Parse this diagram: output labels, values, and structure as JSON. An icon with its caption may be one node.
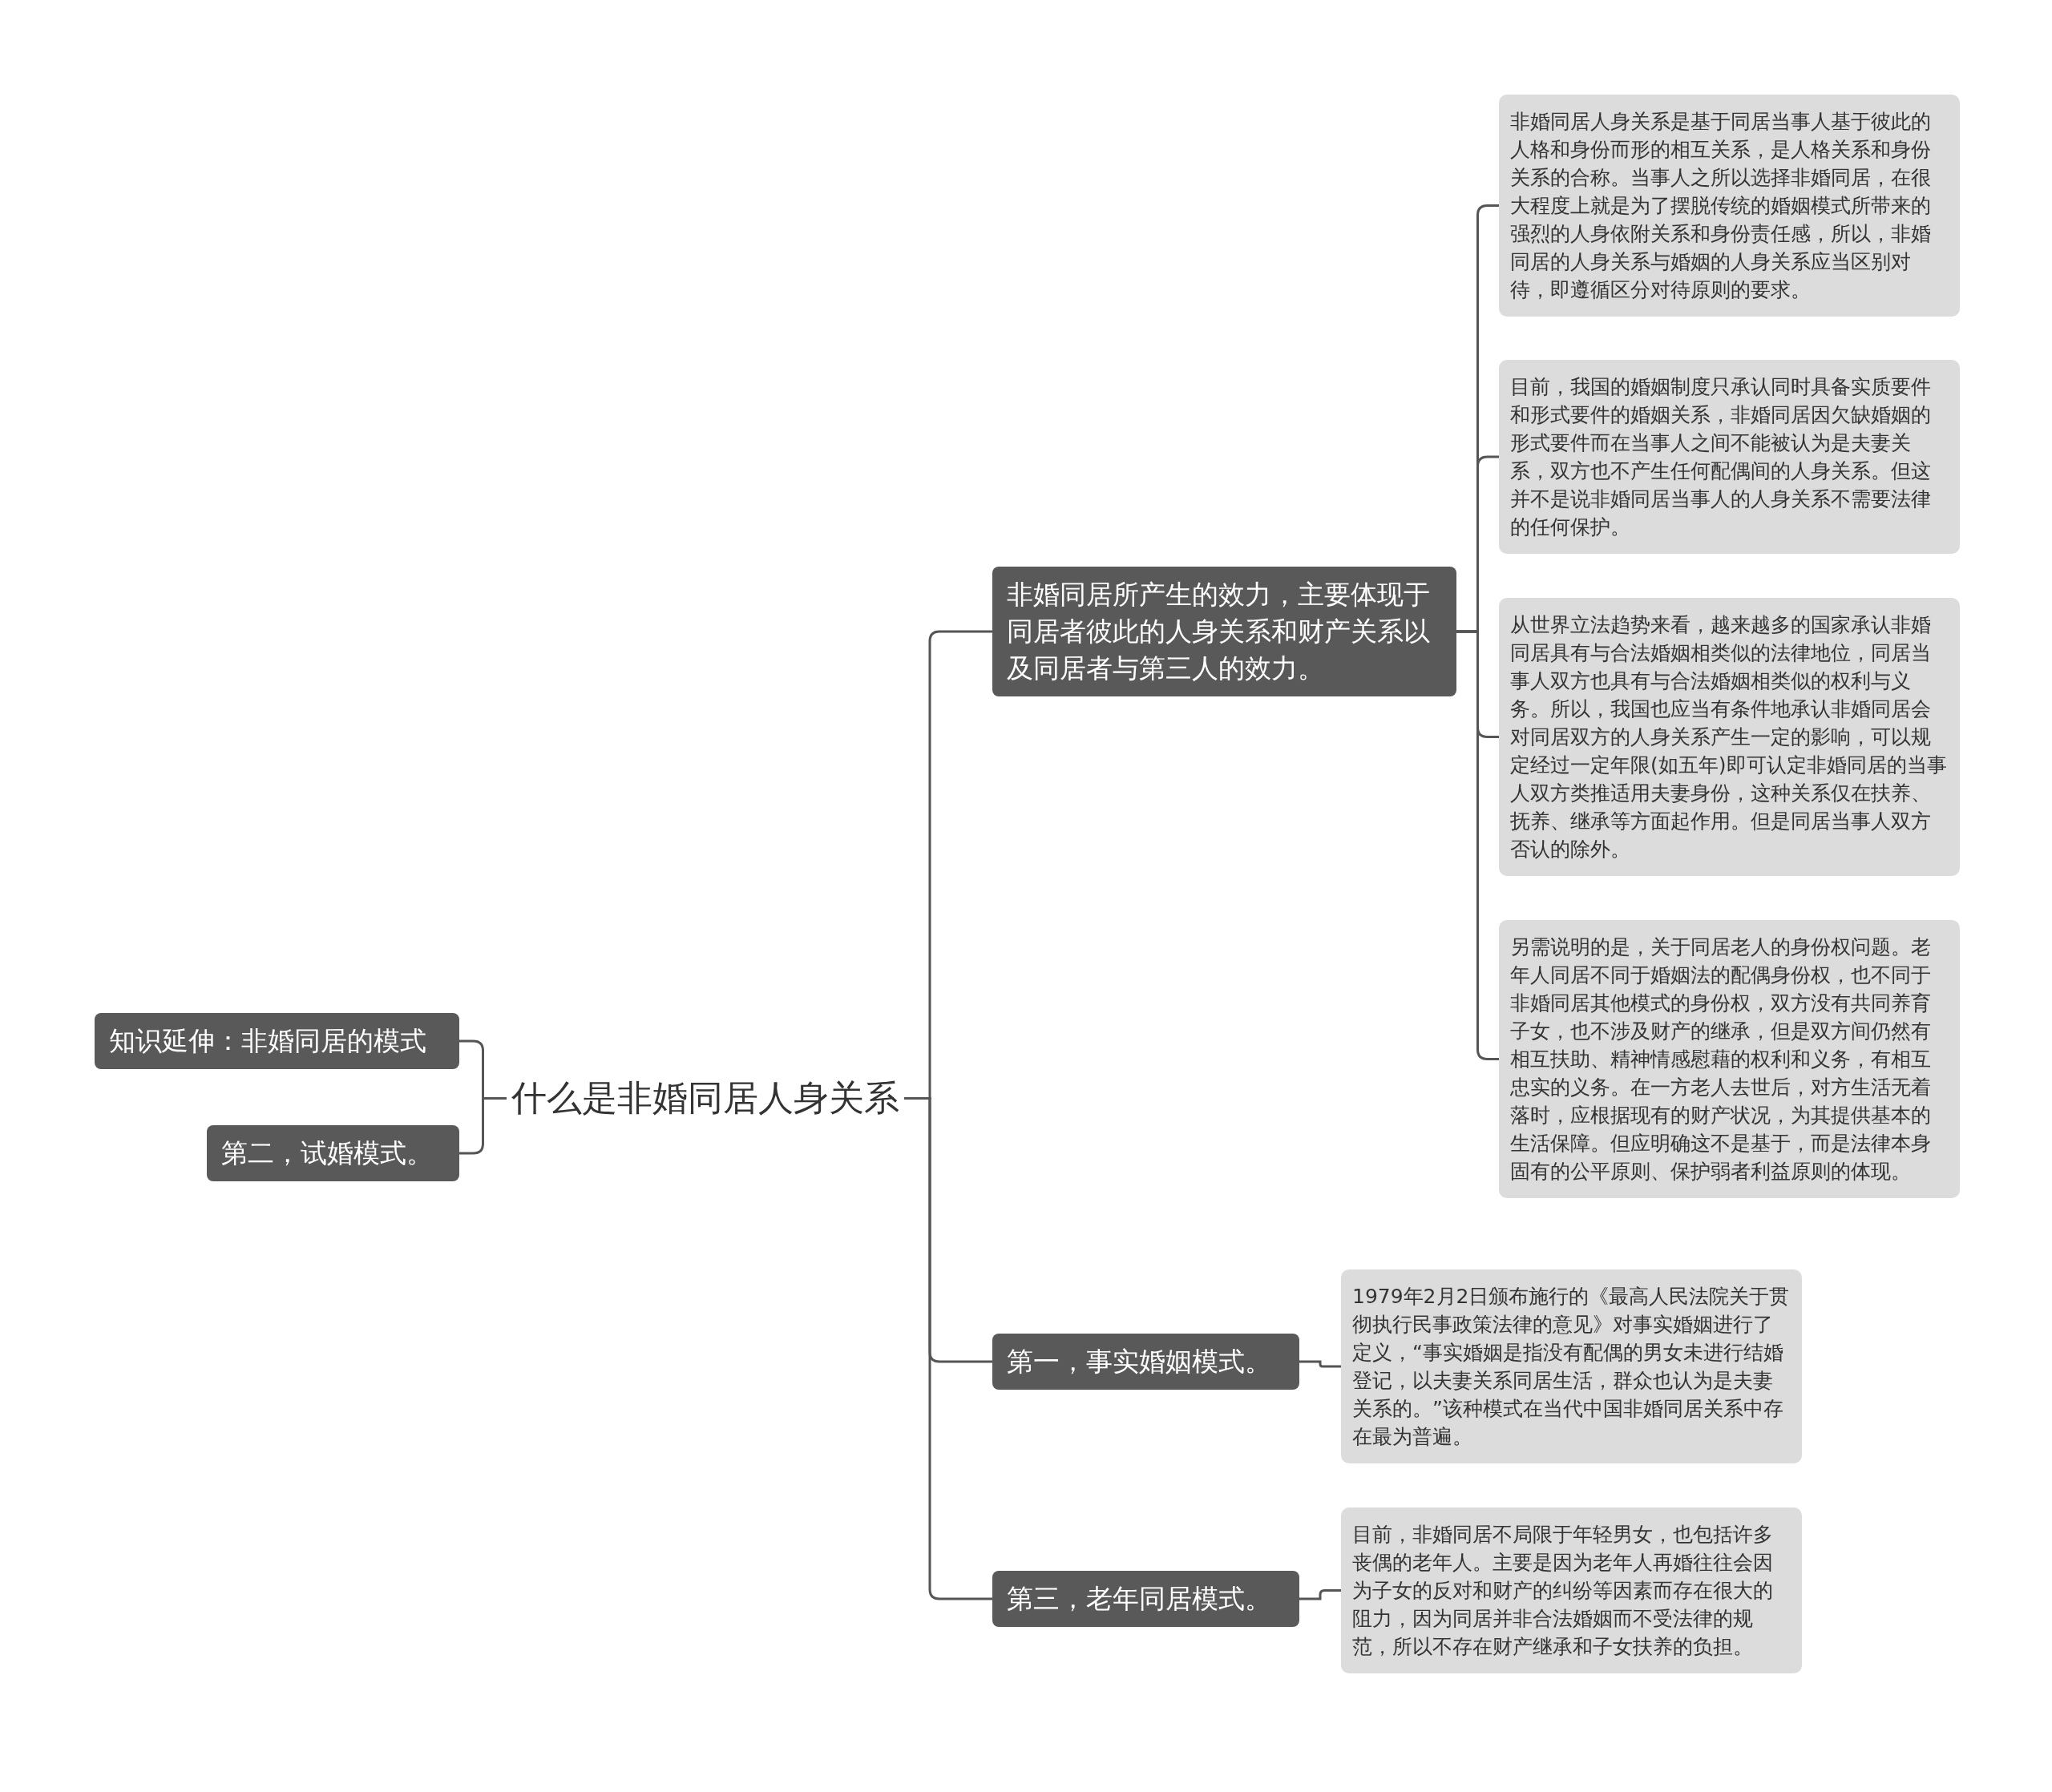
{
  "diagram": {
    "nodes": [
      {
        "text": [
          "什么是非婚同居人身关系"
        ]
      },
      {
        "text": [
          "知识延伸：非婚同居的模式"
        ]
      },
      {
        "text": [
          "第二，试婚模式。"
        ]
      },
      {
        "text": [
          "非婚同居所产生的效力，主要体现于同居者彼此的人身关系和财产关系以及同居者与第三人的效力。"
        ]
      },
      {
        "text": [
          "非婚同居人身关系是基于同居当事人基于彼此的人格和身份而形的相互关系，是人格关系和身份关系的合称。当事人之所以选择非婚同居，在很大程度上就是为了摆脱传统的婚姻模式所带来的强烈的人身依附关系和身份责任感，所以，非婚同居的人身关系与婚姻的人身关系应当区别对待，即遵循区分对待原则的要求。"
        ]
      },
      {
        "text": [
          "目前，我国的婚姻制度只承认同时具备实质要件和形式要件的婚姻关系，非婚同居因欠缺婚姻的形式要件而在当事人之间不能被认为是夫妻关系，双方也不产生任何配偶间的人身关系。但这并不是说非婚同居当事人的人身关系不需要法律的任何保护。"
        ]
      },
      {
        "text": [
          "从世界立法趋势来看，越来越多的国家承认非婚同居具有与合法婚姻相类似的法律地位，同居当事人双方也具有与合法婚姻相类似的权利与义务。所以，我国也应当有条件地承认非婚同居会对同居双方的人身关系产生一定的影响，可以规定经过一定年限(如五年)即可认定非婚同居的当事人双方类推适用夫妻身份，这种关系仅在扶养、抚养、继承等方面起作用。但是同居当事人双方否认的除外。"
        ]
      },
      {
        "text": [
          "另需说明的是，关于同居老人的身份权问题。老年人同居不同于婚姻法的配偶身份权，也不同于非婚同居其他模式的身份权，双方没有共同养育子女，也不涉及财产的继承，但是双方间仍然有相互扶助、精神情感慰藉的权利和义务，有相互忠实的义务。在一方老人去世后，对方生活无着落时，应根据现有的财产状况，为其提供基本的生活保障。但应明确这不是基于，而是法律本身固有的公平原则、保护弱者利益原则的体现。"
        ]
      },
      {
        "text": [
          "第一，事实婚姻模式。"
        ]
      },
      {
        "text": [
          "1979年2月2日颁布施行的《最高人民法院关于贯彻执行民事政策法律的意见》对事实婚姻进行了定义，“事实婚姻是指没有配偶的男女未进行结婚登记，以夫妻关系同居生活，群众也认为是夫妻关系的。”该种模式在当代中国非婚同居关系中存在最为普遍。"
        ]
      },
      {
        "text": [
          "第三，老年同居模式。"
        ]
      },
      {
        "text": [
          "目前，非婚同居不局限于年轻男女，也包括许多丧偶的老年人。主要是因为老年人再婚往往会因为子女的反对和财产的纠纷等因素而存在很大的阻力，因为同居并非合法婚姻而不受法律的规范，所以不存在财产继承和子女扶养的负担。"
        ]
      }
    ],
    "edges": [
      {
        "from": 0,
        "to": 1,
        "arrow": "none"
      },
      {
        "from": 0,
        "to": 2,
        "arrow": "none"
      },
      {
        "from": 0,
        "to": 3,
        "arrow": "none"
      },
      {
        "from": 0,
        "to": 8,
        "arrow": "none"
      },
      {
        "from": 0,
        "to": 10,
        "arrow": "none"
      },
      {
        "from": 3,
        "to": 4,
        "arrow": "none"
      },
      {
        "from": 3,
        "to": 5,
        "arrow": "none"
      },
      {
        "from": 3,
        "to": 6,
        "arrow": "none"
      },
      {
        "from": 3,
        "to": 7,
        "arrow": "none"
      },
      {
        "from": 8,
        "to": 9,
        "arrow": "none"
      },
      {
        "from": 10,
        "to": 11,
        "arrow": "none"
      }
    ]
  }
}
